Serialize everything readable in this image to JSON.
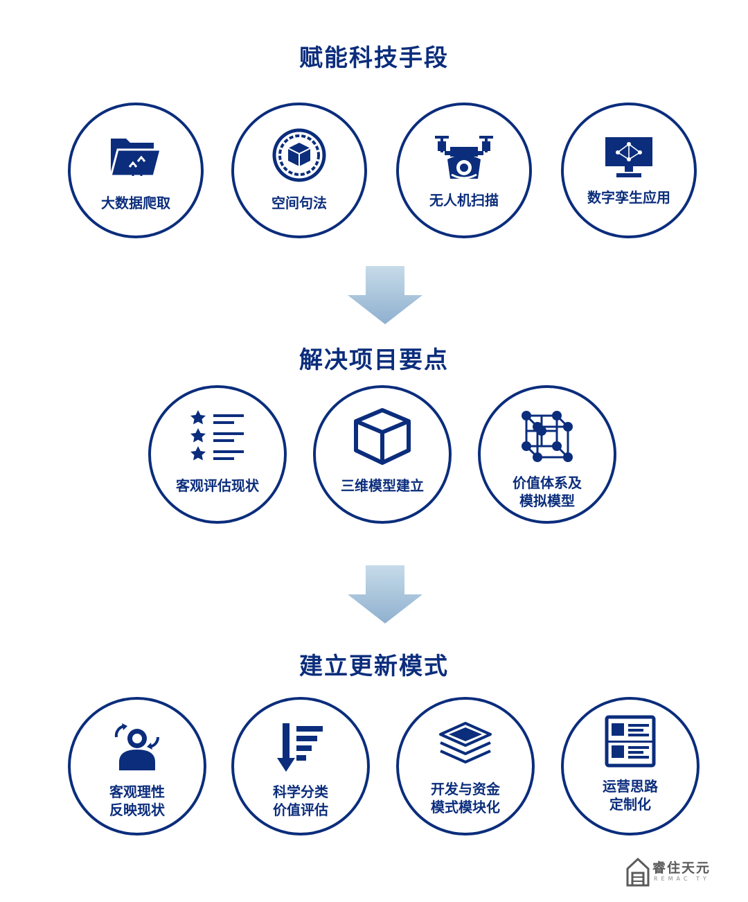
{
  "sections": [
    {
      "title": "赋能科技手段",
      "items": [
        {
          "label_lines": [
            "大数据爬取"
          ],
          "icon": "folder-upload-icon"
        },
        {
          "label_lines": [
            "空间句法"
          ],
          "icon": "cube-ring-icon"
        },
        {
          "label_lines": [
            "无人机扫描"
          ],
          "icon": "drone-icon"
        },
        {
          "label_lines": [
            "数字孪生应用"
          ],
          "icon": "monitor-network-icon"
        }
      ]
    },
    {
      "title": "解决项目要点",
      "items": [
        {
          "label_lines": [
            "客观评估现状"
          ],
          "icon": "star-list-icon"
        },
        {
          "label_lines": [
            "三维模型建立"
          ],
          "icon": "3d-box-icon"
        },
        {
          "label_lines": [
            "价值体系及",
            "模拟模型"
          ],
          "icon": "lattice-icon"
        }
      ]
    },
    {
      "title": "建立更新模式",
      "items": [
        {
          "label_lines": [
            "客观理性",
            "反映现状"
          ],
          "icon": "user-refresh-icon"
        },
        {
          "label_lines": [
            "科学分类",
            "价值评估"
          ],
          "icon": "sort-down-icon"
        },
        {
          "label_lines": [
            "开发与资金",
            "模式模块化"
          ],
          "icon": "layers-icon"
        },
        {
          "label_lines": [
            "运营思路",
            "定制化"
          ],
          "icon": "layout-list-icon"
        }
      ]
    }
  ],
  "logo": {
    "brand": "睿住天元",
    "sub": "REMAC TY"
  },
  "colors": {
    "primary": "#0b2d7c",
    "arrow_top": "#c4d9e8",
    "arrow_bottom": "#8fb0cf"
  }
}
